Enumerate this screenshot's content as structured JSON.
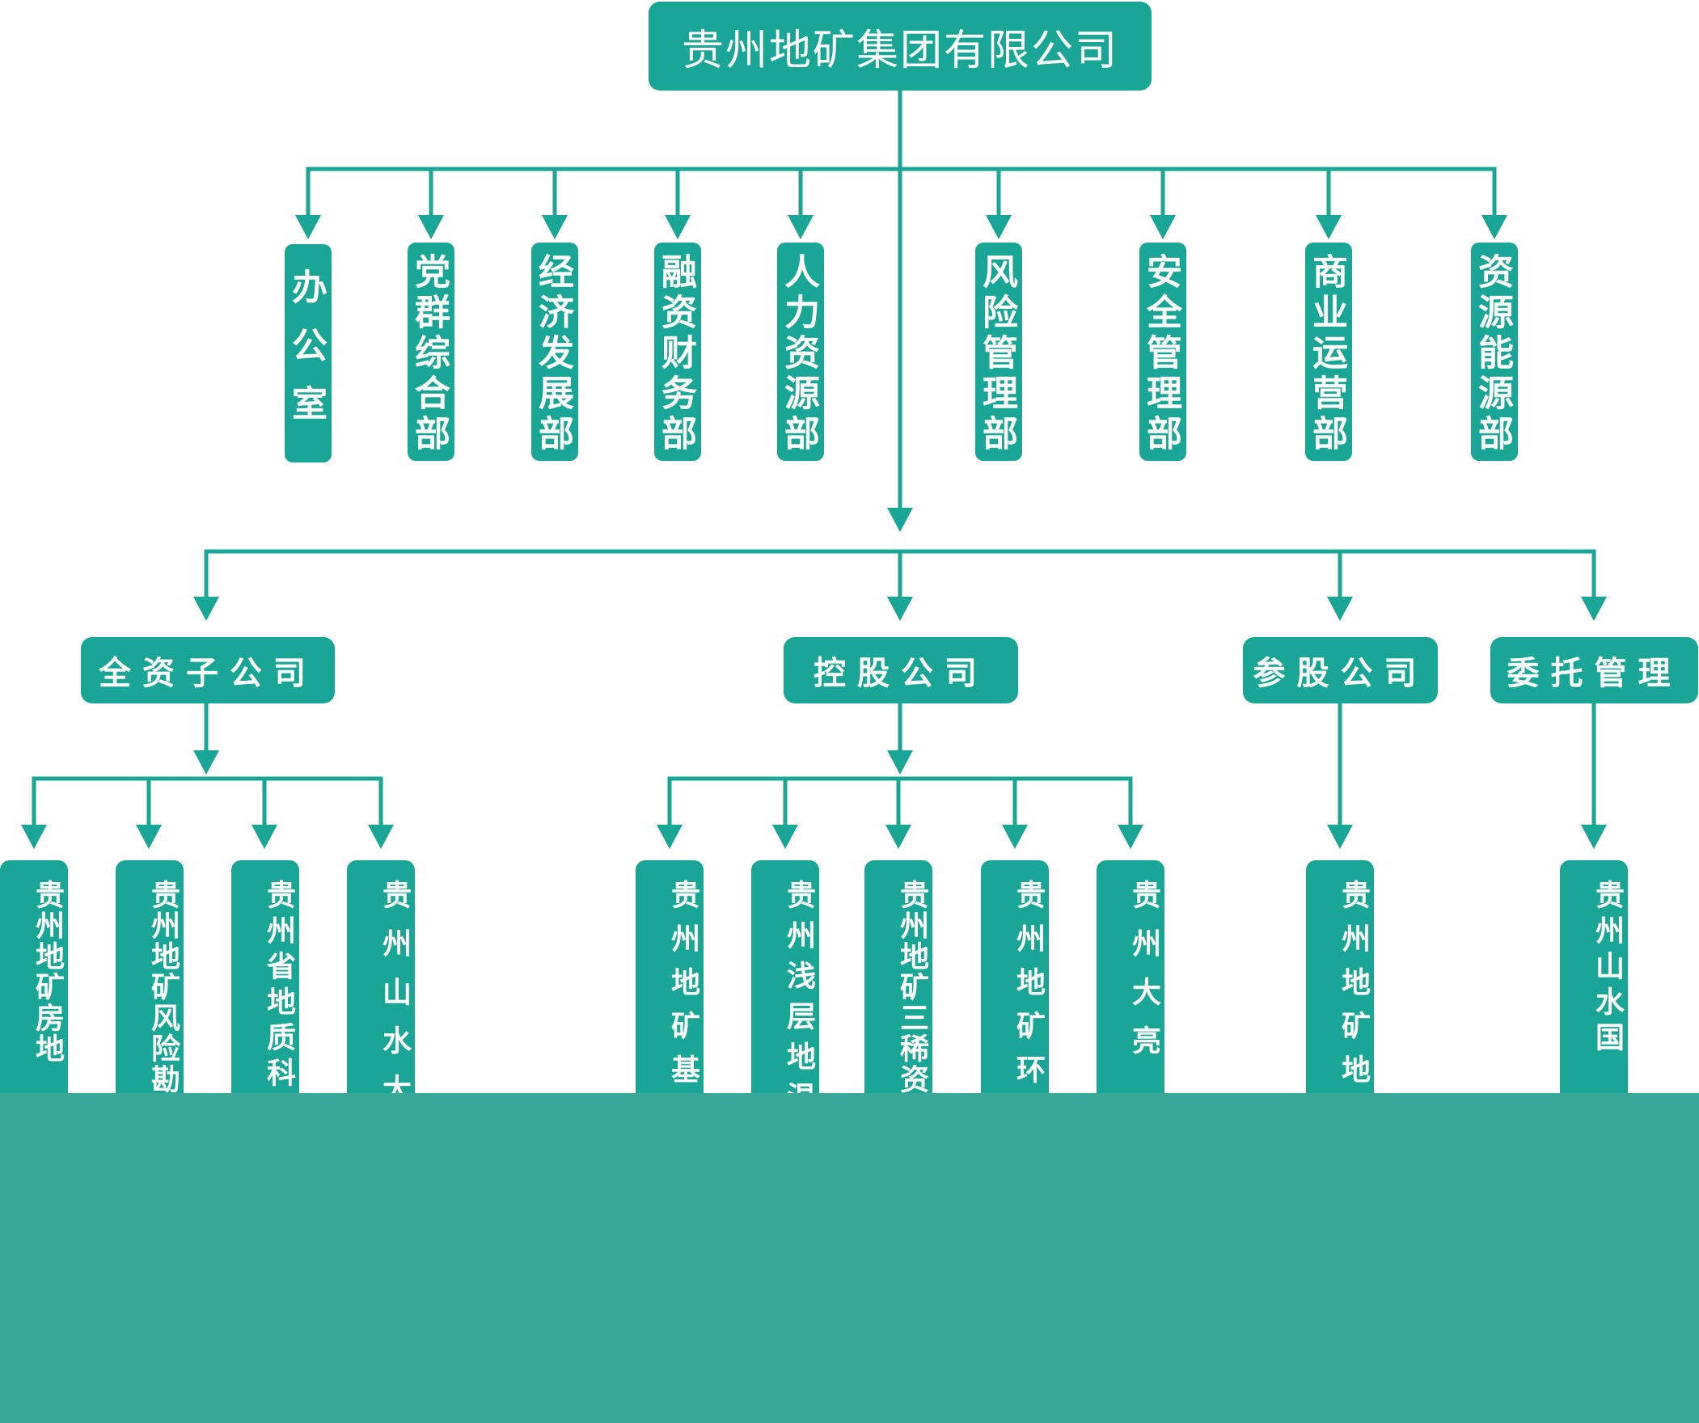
{
  "colors": {
    "node": "#19a696",
    "line": "#19a696",
    "band": "#38a797",
    "text": "#ffffff"
  },
  "root": "贵州地矿集团有限公司",
  "departments": [
    "办公室",
    "党群综合部",
    "经济发展部",
    "融资财务部",
    "人力资源部",
    "风险管理部",
    "安全管理部",
    "商业运营部",
    "资源能源部"
  ],
  "categories": [
    "全资子公司",
    "控股公司",
    "参股公司",
    "委托管理"
  ],
  "subsidiaries": {
    "wholly_owned": [
      "贵州地矿房地",
      "贵州地矿风险勘",
      "贵州省地质科",
      "贵州山水大"
    ],
    "holding": [
      "贵州地矿基",
      "贵州浅层地温",
      "贵州地矿三稀资",
      "贵州地矿环",
      "贵州大亮"
    ],
    "participating": [
      "贵州地矿地"
    ],
    "entrusted": [
      "贵州山水国"
    ]
  }
}
